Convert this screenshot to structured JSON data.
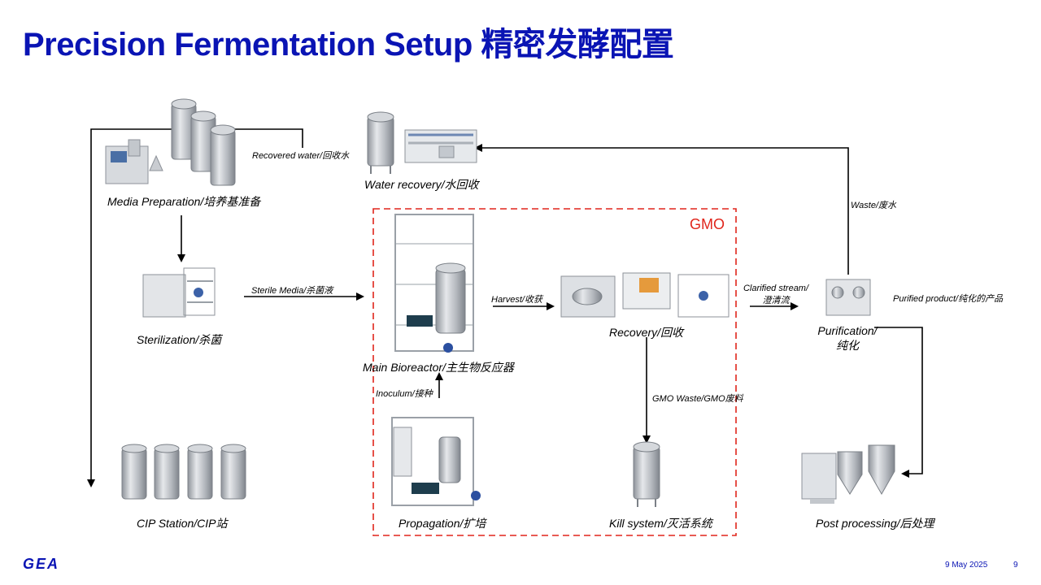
{
  "title": "Precision Fermentation Setup  精密发酵配置",
  "gmo_label": "GMO",
  "equipment": {
    "media_preparation": "Media Preparation/培养基准备",
    "water_recovery": "Water recovery/水回收",
    "sterilization": "Sterilization/杀菌",
    "main_bioreactor": "Main Bioreactor/主生物反应器",
    "recovery": "Recovery/回收",
    "purification_line1": "Purification/",
    "purification_line2": "纯化",
    "cip_station": "CIP Station/CIP站",
    "propagation": "Propagation/扩培",
    "kill_system": "Kill system/灭活系统",
    "post_processing": "Post processing/后处理"
  },
  "flows": {
    "recovered_water": "Recovered water/回收水",
    "waste": "Waste/废水",
    "sterile_media": "Sterile Media/杀菌液",
    "harvest": "Harvest/收获",
    "clarified_line1": "Clarified stream/",
    "clarified_line2": "澄清流",
    "purified_product": "Purified product/纯化的产品",
    "inoculum": "Inoculum/接种",
    "gmo_waste": "GMO Waste/GMO废料"
  },
  "footer": {
    "logo": "GEA",
    "date": "9 May 2025",
    "page": "9"
  },
  "colors": {
    "title": "#0a14b4",
    "gmo_boundary": "#e0251b",
    "arrows": "#000000",
    "equipment": "#b8bcc2"
  }
}
